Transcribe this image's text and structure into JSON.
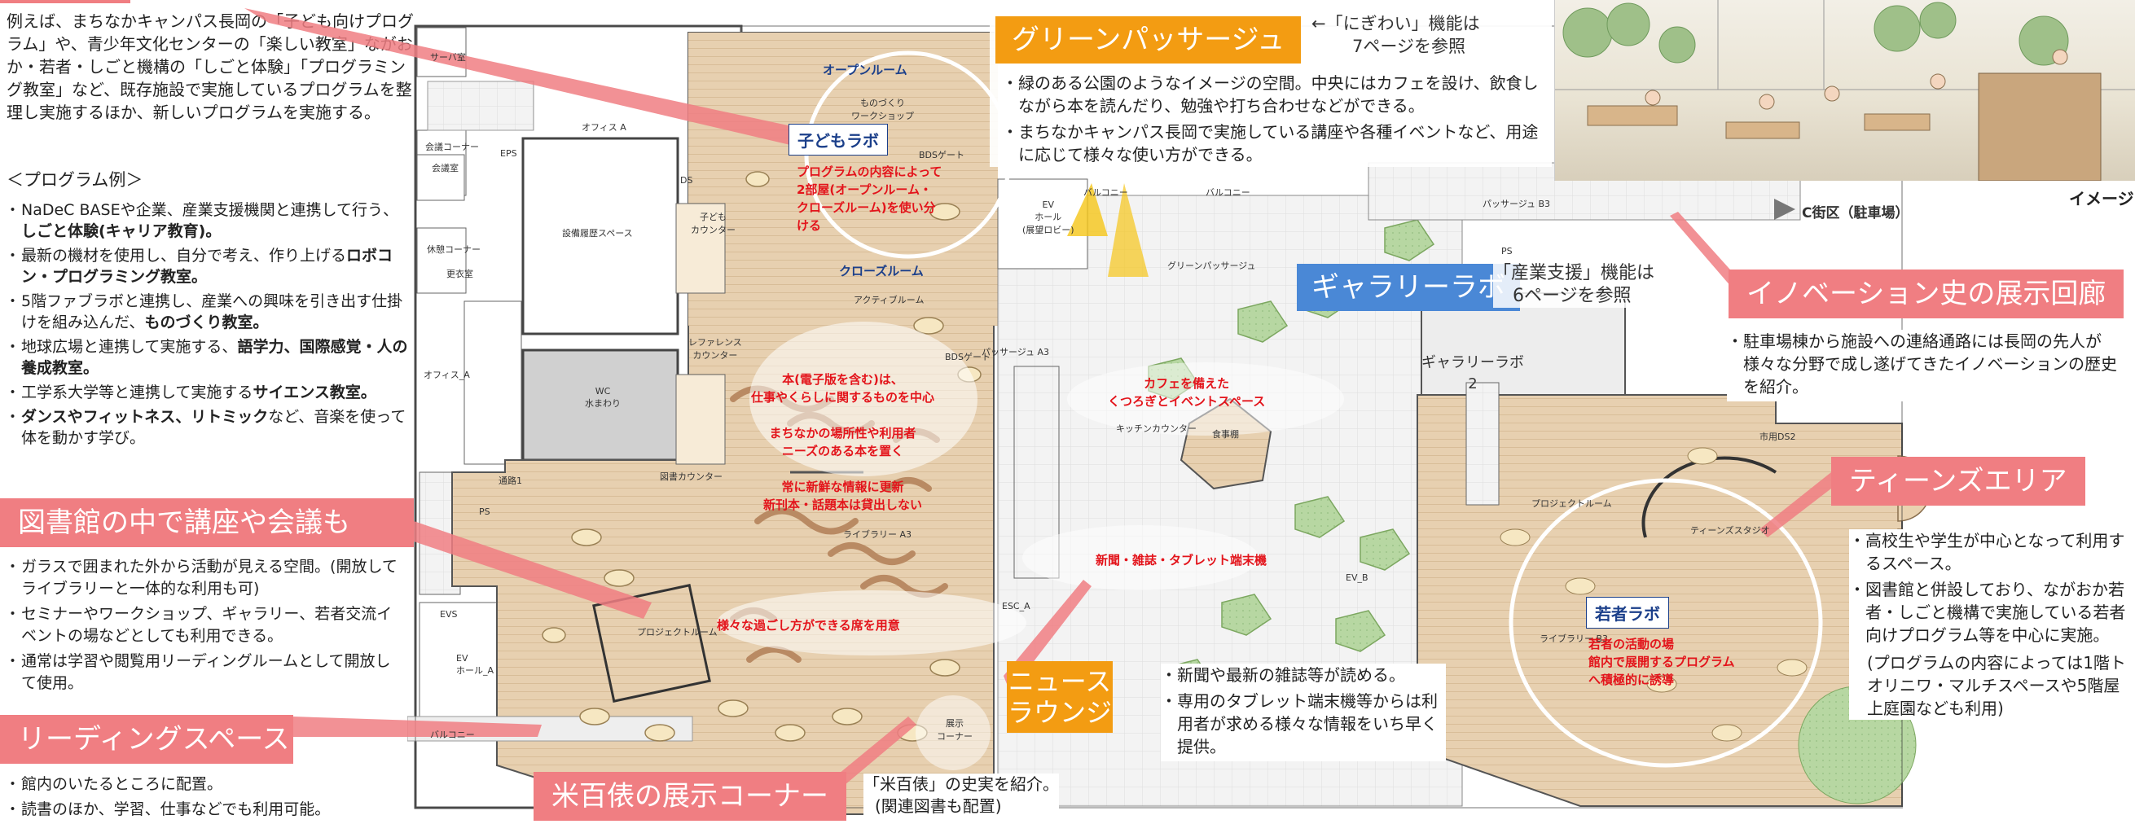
{
  "left_panel": {
    "intro": "例えば、まちなかキャンパス長岡の「子ども向けプログラム」や、青少年文化センターの「楽しい教室」ながおか・若者・しごと機構の「しごと体験」「プログラミング教室」など、既存施設で実施しているプログラムを整理し実施するほか、新しいプログラムを実施する。",
    "program_heading": "＜プログラム例＞",
    "programs": [
      {
        "plain": "NaDeC BASEや企業、産業支援機関と連携して行う、",
        "bold": "しごと体験(キャリア教育)。"
      },
      {
        "plain": "最新の機材を使用し、自分で考え、作り上げる",
        "bold": "ロボコン・プログラミング教室。"
      },
      {
        "plain": "5階ファブラボと連携し、産業への興味を引き出す仕掛けを組み込んだ、",
        "bold": "ものづくり教室。"
      },
      {
        "plain": "地球広場と連携して実施する、",
        "bold": "語学力、国際感覚・人の養成教室。"
      },
      {
        "plain": "工学系大学等と連携して実施する",
        "bold": "サイエンス教室。"
      },
      {
        "plain": "",
        "bold": "ダンスやフィットネス、リトミック",
        "tail": "など、音楽を使って体を動かす学び。"
      }
    ]
  },
  "lecture_section": {
    "title": "図書館の中で講座や会議も",
    "bullets": [
      "ガラスで囲まれた外から活動が見える空間。(開放してライブラリーと一体的な利用も可)",
      "セミナーやワークショップ、ギャラリー、若者交流イベントの場などとしても利用できる。",
      "通常は学習や閲覧用リーディングルームとして開放して使用。"
    ]
  },
  "reading_section": {
    "title": "リーディングスペース",
    "bullets": [
      "館内のいたるところに配置。",
      "読書のほか、学習、仕事などでも利用可能。"
    ]
  },
  "yonehyappyo": {
    "title": "米百俵の展示コーナー",
    "note_line1": "「米百俵」の史実を紹介。",
    "note_line2": "(関連図書も配置)"
  },
  "green_passage": {
    "title": "グリーンパッサージュ",
    "ref_line1": "←「にぎわい」機能は",
    "ref_line2": "7ページを参照",
    "bullets": [
      "緑のある公園のようなイメージの空間。中央にはカフェを設け、飲食しながら本を読んだり、勉強や打ち合わせなどができる。",
      "まちなかキャンパス長岡で実施している講座や各種イベントなど、用途に応じて様々な使い方ができる。"
    ]
  },
  "image_caption": "イメージ",
  "street_label": "C街区（駐車場）",
  "gallery": {
    "title": "ギャラリーラボ",
    "ref_line1": "「産業支援」機能は",
    "ref_line2": "6ページを参照",
    "room_line1": "ギャラリーラボ",
    "room_line2": "2"
  },
  "innovation": {
    "title": "イノベーション史の展示回廊",
    "text": "駐車場棟から施設への連絡通路には長岡の先人が様々な分野で成し遂げてきたイノベーションの歴史を紹介。"
  },
  "teens": {
    "title": "ティーンズエリア",
    "bullets": [
      "高校生や学生が中心となって利用するスペース。",
      "図書館と併設しており、ながおか若者・しごと機構で実施している若者向けプログラム等を中心に実施。"
    ],
    "note": "(プログラムの内容によっては1階トオリニワ・マルチスペースや5階屋上庭園なども利用)"
  },
  "news": {
    "title_line1": "ニュース",
    "title_line2": "ラウンジ",
    "bullets": [
      "新聞や最新の雑誌等が読める。",
      "専用のタブレット端末機等からは利用者が求める様々な情報をいち早く提供。"
    ]
  },
  "plan": {
    "kids_lab": "子どもラボ",
    "open_room": "オープンルーム",
    "close_room": "クローズルーム",
    "kids_note": "プログラムの内容によって\n2部屋(オープンルーム・\nクローズルーム)を使い分\nける",
    "book_note": "本(電子版を含む)は、\n仕事やくらしに関するものを中心\n\nまちなかの場所性や利用者\nニーズのある本を置く\n\n常に新鮮な情報に更新\n新刊本・話題本は貸出しない",
    "seat_note": "様々な過ごし方ができる席を用意",
    "cafe_note": "カフェを備えた\nくつろぎとイベントスペース",
    "news_note": "新聞・雑誌・タブレット端末機",
    "youth_lab": "若者ラボ",
    "youth_note": "若者の活動の場\n館内で展開するプログラム\nへ積極的に誘導",
    "labels": {
      "server": "サーバ室",
      "meeting_corner": "会議コーナー",
      "meeting_room": "会議室",
      "office_a": "オフィス A",
      "office_a2": "オフィス_A",
      "rest_corner": "休憩コーナー",
      "locker": "更衣室",
      "equipment": "設備履歴スペース",
      "wc": "WC\n水まわり",
      "eps": "EPS",
      "ds": "DS",
      "monozukuri": "ものづくり\nワークショップ",
      "bds_gate": "BDSゲート",
      "kids_counter": "子ども\nカウンター",
      "reference_counter": "レファレンス\nカウンター",
      "active_room": "アクティブルーム",
      "library_counter": "図書カウンター",
      "library_a3": "ライブラリー A3",
      "project_room": "プロジェクトルーム",
      "exhibit_corner": "展示\nコーナー",
      "balcony": "バルコニー",
      "passage_a3": "パッサージュ A3",
      "passage_b3": "パッサージュ B3",
      "green_passage": "グリーンパッサージュ",
      "kitchen_counter": "キッチンカウンター",
      "cafe": "食事棚",
      "ev_hall": "EV\nホール\n(展望ロビー)",
      "esc_a": "ESC_A",
      "ev_b": "EV_B",
      "project_room_b": "プロジェクトルーム",
      "teens_studio": "ティーンズスタジオ",
      "library_b3": "ライブラリー B3",
      "corridor": "通路1",
      "ps": "PS",
      "shisetsu_ds": "市用DS2",
      "ev_hall_a": "EV\nホール_A",
      "ev_s": "EVS"
    }
  },
  "colors": {
    "pink_tag": "#f07e82",
    "orange_tag": "#f39c12",
    "blue_tag": "#4a88d6",
    "floor_wood": "#e7d0b0",
    "plan_red_text": "#e3141b",
    "plan_blue_text": "#1b3f8a"
  }
}
